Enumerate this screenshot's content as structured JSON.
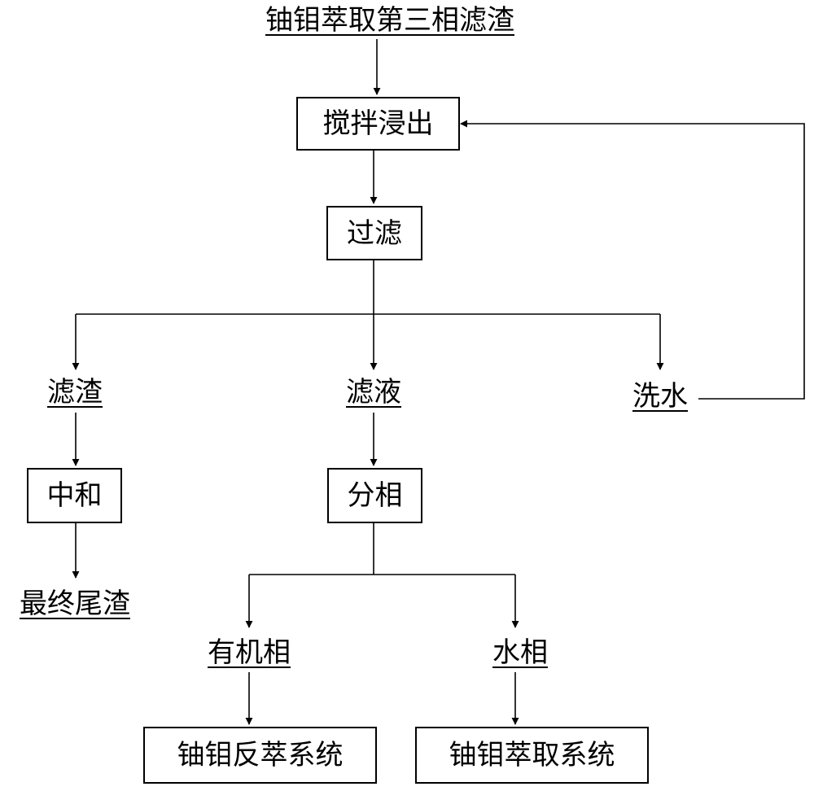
{
  "diagram": {
    "title": "铀钼萃取第三相滤渣",
    "steps": {
      "stir_leach": "搅拌浸出",
      "filter": "过滤",
      "neutralize": "中和",
      "phase_separation": "分相",
      "back_extraction_system": "铀钼反萃系统",
      "extraction_system": "铀钼萃取系统"
    },
    "products": {
      "filter_residue": "滤渣",
      "filtrate": "滤液",
      "wash_water": "洗水",
      "final_tailings": "最终尾渣",
      "organic_phase": "有机相",
      "aqueous_phase": "水相"
    },
    "line_color": "#000000"
  }
}
